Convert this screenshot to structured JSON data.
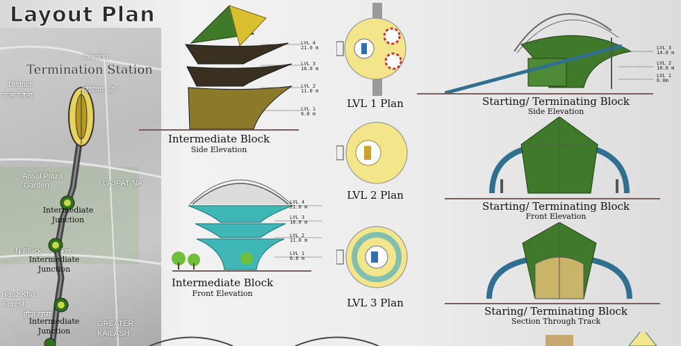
{
  "title": "Layout Plan",
  "map": {
    "termination_label": "Termination Station",
    "place_labels": {
      "jawahar": "Jawaha",
      "district": "District",
      "district_hindi": "कला जिला",
      "stadium_hindi": "स्टेडियम, डि",
      "ansal": "Ansal Plaza",
      "garden": "Garden",
      "lajpat": "LAJPAT NA",
      "n_block": "N Block",
      "ket": "ket",
      "hauz": "Hauz Kha",
      "forest": "Forest",
      "hauz_hindi": "हौज़ खास",
      "greater": "GREATER",
      "kailash": "KAILASH"
    },
    "junctions": [
      {
        "line1": "Intermediate",
        "line2": "Junction"
      },
      {
        "line1": "Intermediate",
        "line2": "Junction"
      },
      {
        "line1": "Intermediate",
        "line2": "Junction"
      }
    ]
  },
  "intermediate_side": {
    "title": "Intermediate Block",
    "subtitle": "Side Elevation",
    "levels": [
      {
        "name": "LVL 4",
        "height": "21.0 m"
      },
      {
        "name": "LVL 3",
        "height": "16.0 m"
      },
      {
        "name": "LVL 2",
        "height": "11.0 m"
      },
      {
        "name": "LVL 1",
        "height": "6.0 m"
      }
    ]
  },
  "intermediate_front": {
    "title": "Intermediate Block",
    "subtitle": "Front Elevation",
    "levels": [
      {
        "name": "LVL 4",
        "height": "21.0 m"
      },
      {
        "name": "LVL 3",
        "height": "16.0 m"
      },
      {
        "name": "LVL 2",
        "height": "11.0 m"
      },
      {
        "name": "LVL 1",
        "height": "6.0 m"
      }
    ]
  },
  "plans": [
    {
      "label": "LVL 1 Plan"
    },
    {
      "label": "LVL 2 Plan"
    },
    {
      "label": "LVL 3 Plan"
    }
  ],
  "start_side": {
    "title": "Starting/ Terminating Block",
    "subtitle": "Side Elevation",
    "levels": [
      {
        "name": "LVL 3",
        "height": "14.0 m"
      },
      {
        "name": "LVL 2",
        "height": "10.0 m"
      },
      {
        "name": "LVL 1",
        "height": "6.0m"
      }
    ]
  },
  "start_front": {
    "title": "Starting/ Terminating Block",
    "subtitle": "Front Elevation"
  },
  "start_section": {
    "title": "Staring/ Terminating Block",
    "subtitle": "Section Through Track"
  },
  "colors": {
    "canopy_green": "#3f7a2a",
    "gold": "#c9a227",
    "cyan": "#3fb7b7",
    "plan_yellow": "#f3e58a",
    "track_blue": "#2f6f8f"
  }
}
